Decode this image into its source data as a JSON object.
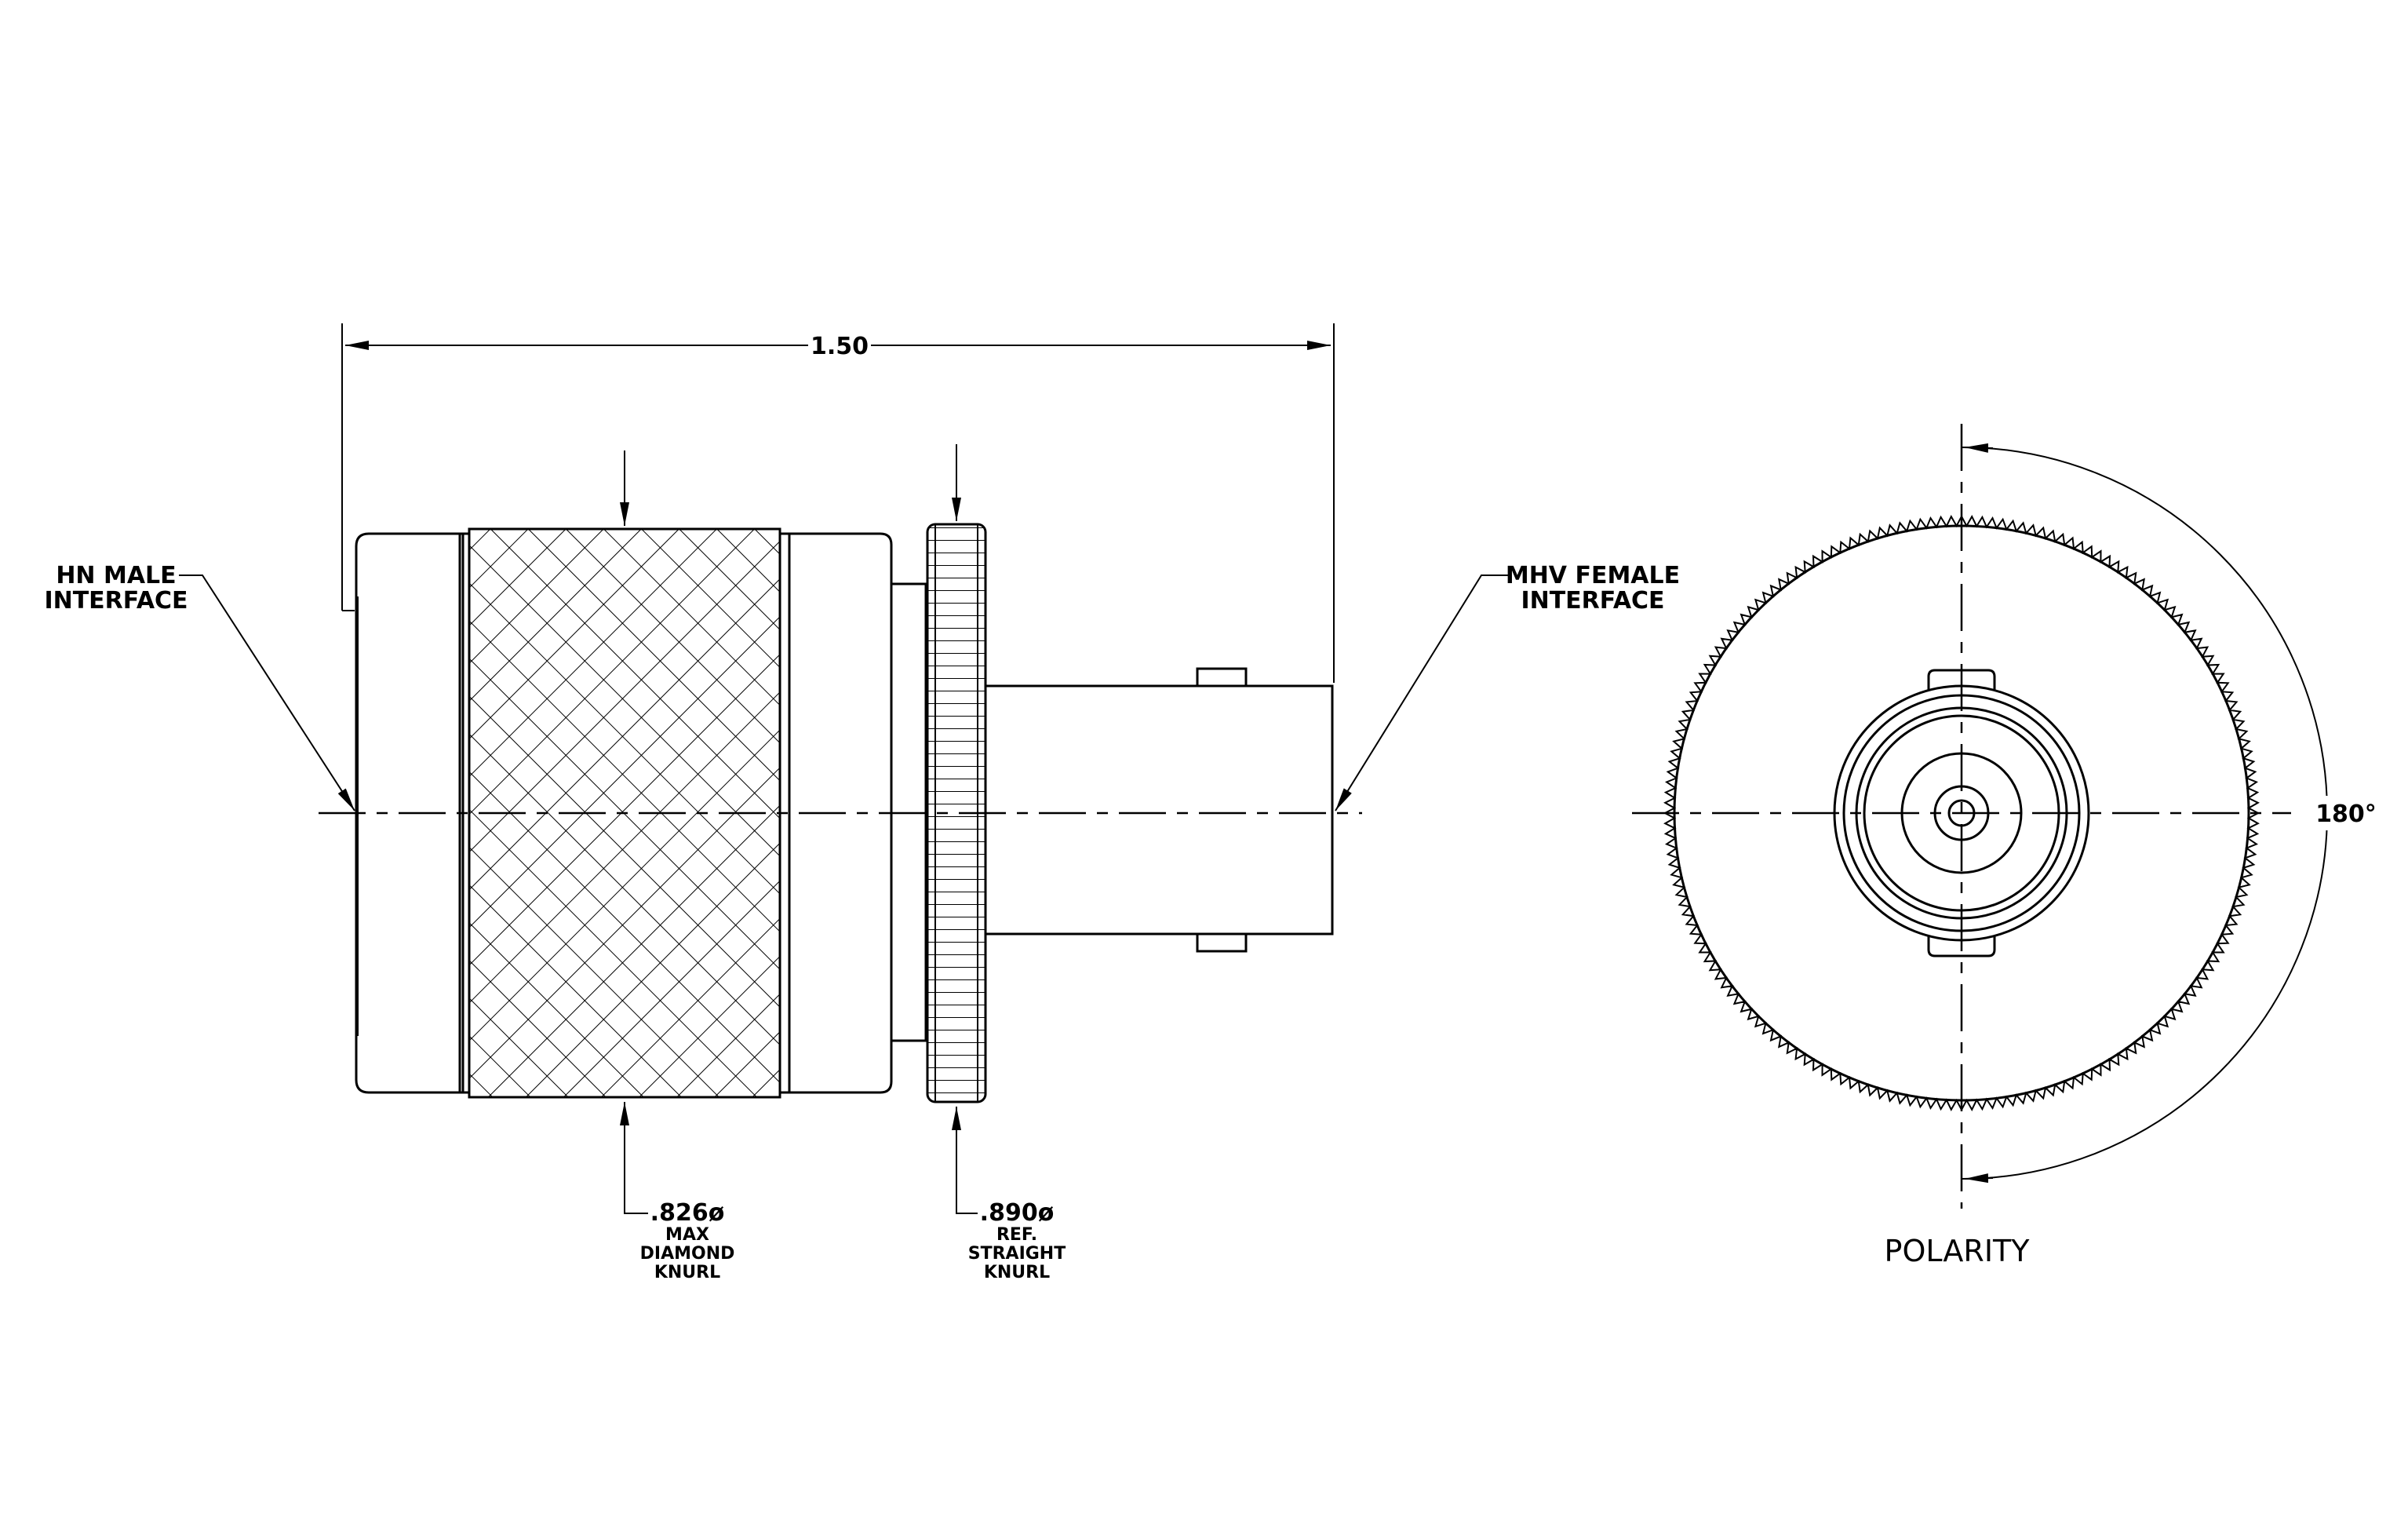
{
  "callouts": {
    "overall_length": "1.50",
    "left_interface": {
      "line1": "HN  MALE",
      "line2": "INTERFACE"
    },
    "right_interface": {
      "line1": "MHV  FEMALE",
      "line2": "INTERFACE"
    },
    "diamond_knurl": {
      "dim": ".826ø",
      "line1": "MAX",
      "line2": "DIAMOND",
      "line3": "KNURL"
    },
    "straight_knurl": {
      "dim": ".890ø",
      "line1": "REF.",
      "line2": "STRAIGHT",
      "line3": "KNURL"
    }
  },
  "end_view": {
    "angle": "180°",
    "title": "POLARITY"
  }
}
